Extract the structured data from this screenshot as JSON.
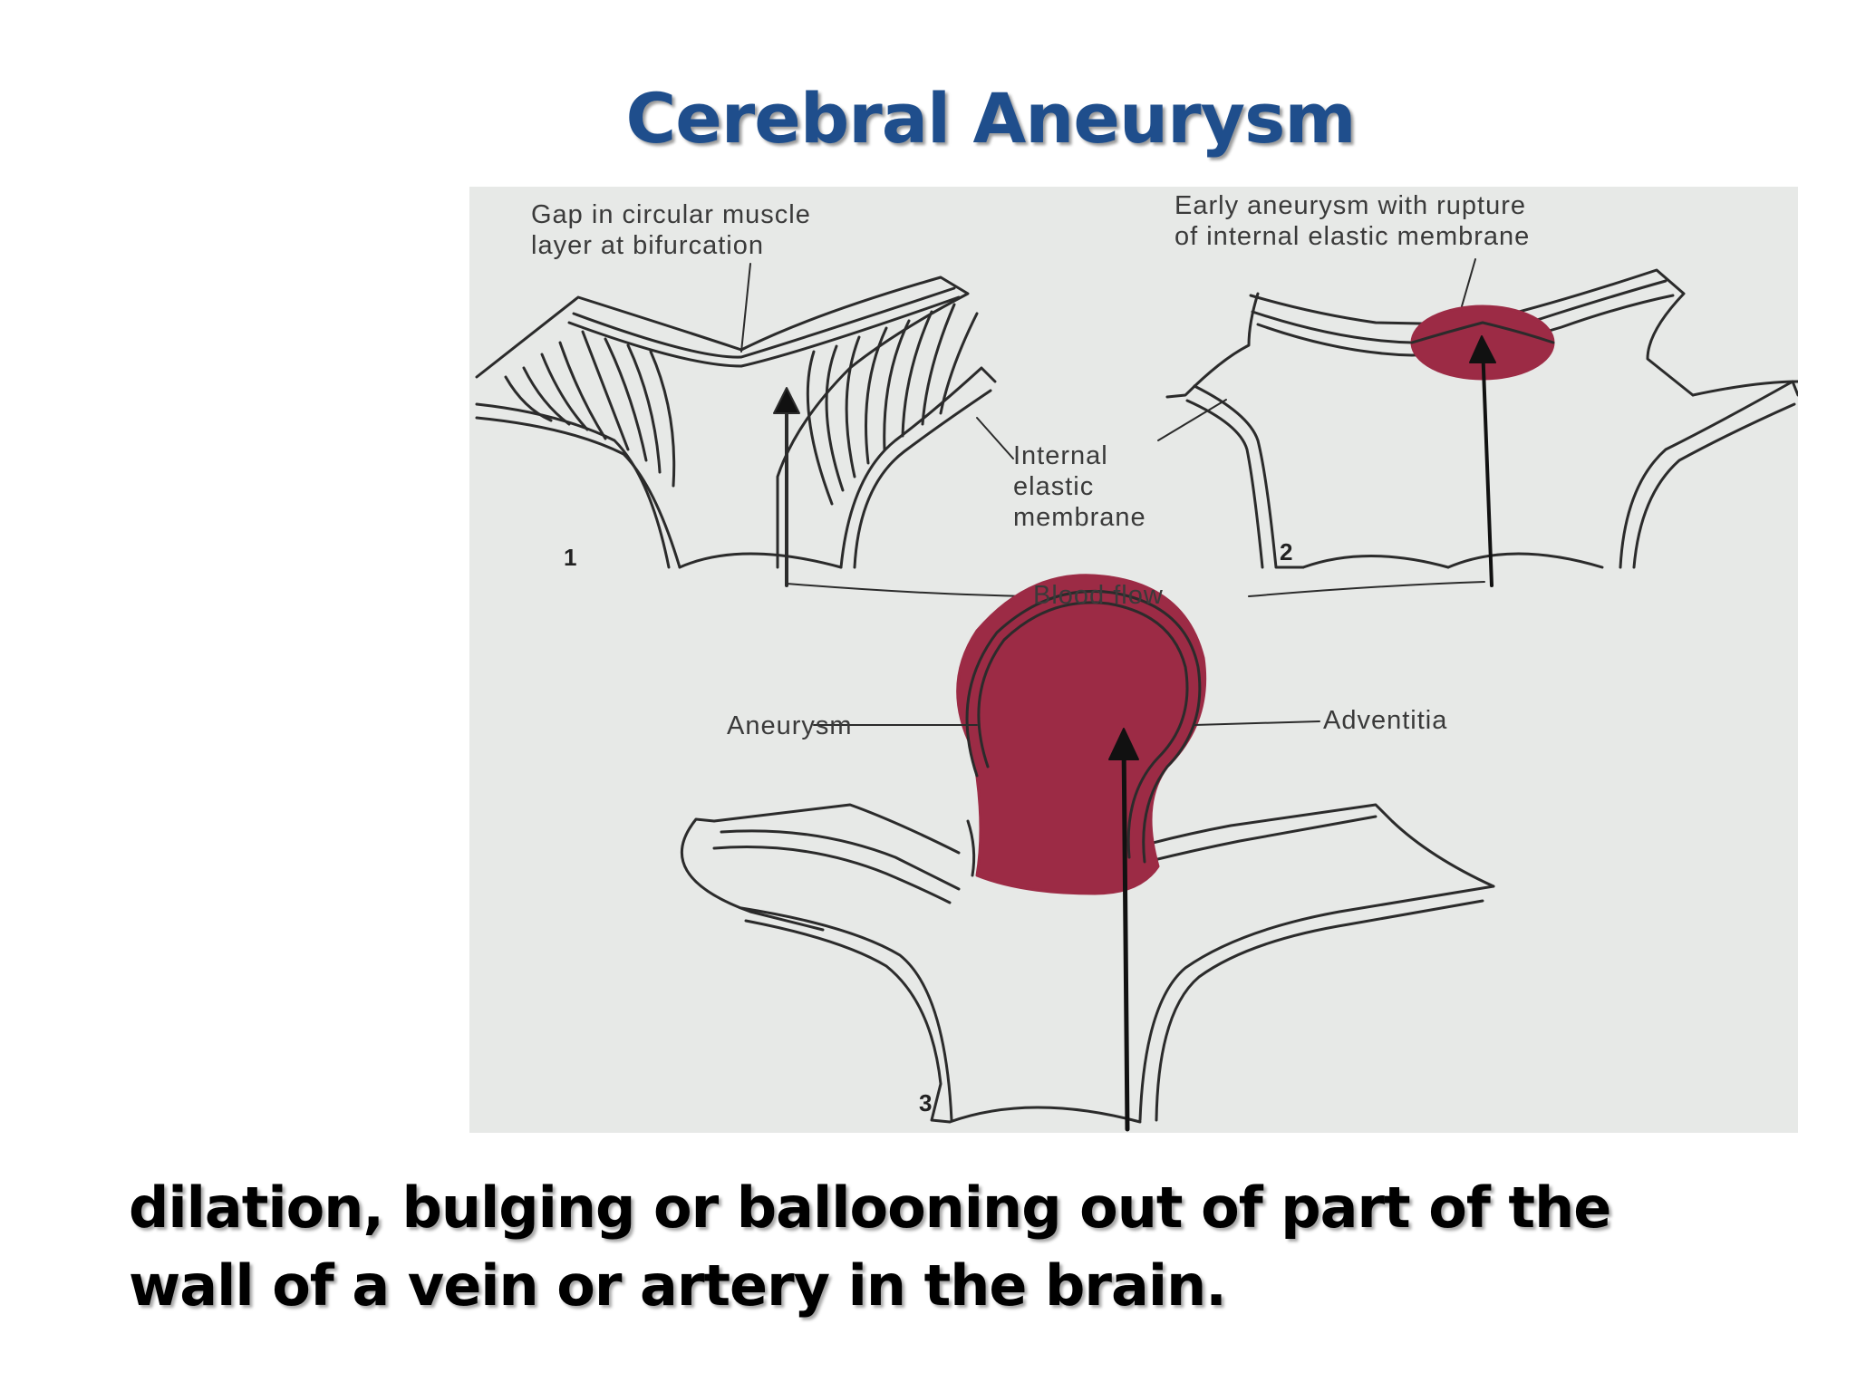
{
  "slide": {
    "title": "Cerebral Aneurysm",
    "caption_line1": "dilation, bulging or ballooning out of part of the",
    "caption_line2": "wall of a vein or artery in the brain."
  },
  "figure": {
    "label_gap_line1": "Gap in circular muscle",
    "label_gap_line2": "layer at bifurcation",
    "label_early_line1": "Early aneurysm with rupture",
    "label_early_line2": "of internal elastic membrane",
    "label_iem_line1": "Internal",
    "label_iem_line2": "elastic",
    "label_iem_line3": "membrane",
    "label_blood_flow": "Blood flow",
    "label_aneurysm": "Aneurysm",
    "label_adventitia": "Adventitia",
    "panel_1": "1",
    "panel_2": "2",
    "panel_3": "3"
  },
  "colors": {
    "title": "#1f4e8c",
    "aneurysm_fill": "#9c2b45",
    "figure_background": "#e7e9e7"
  }
}
